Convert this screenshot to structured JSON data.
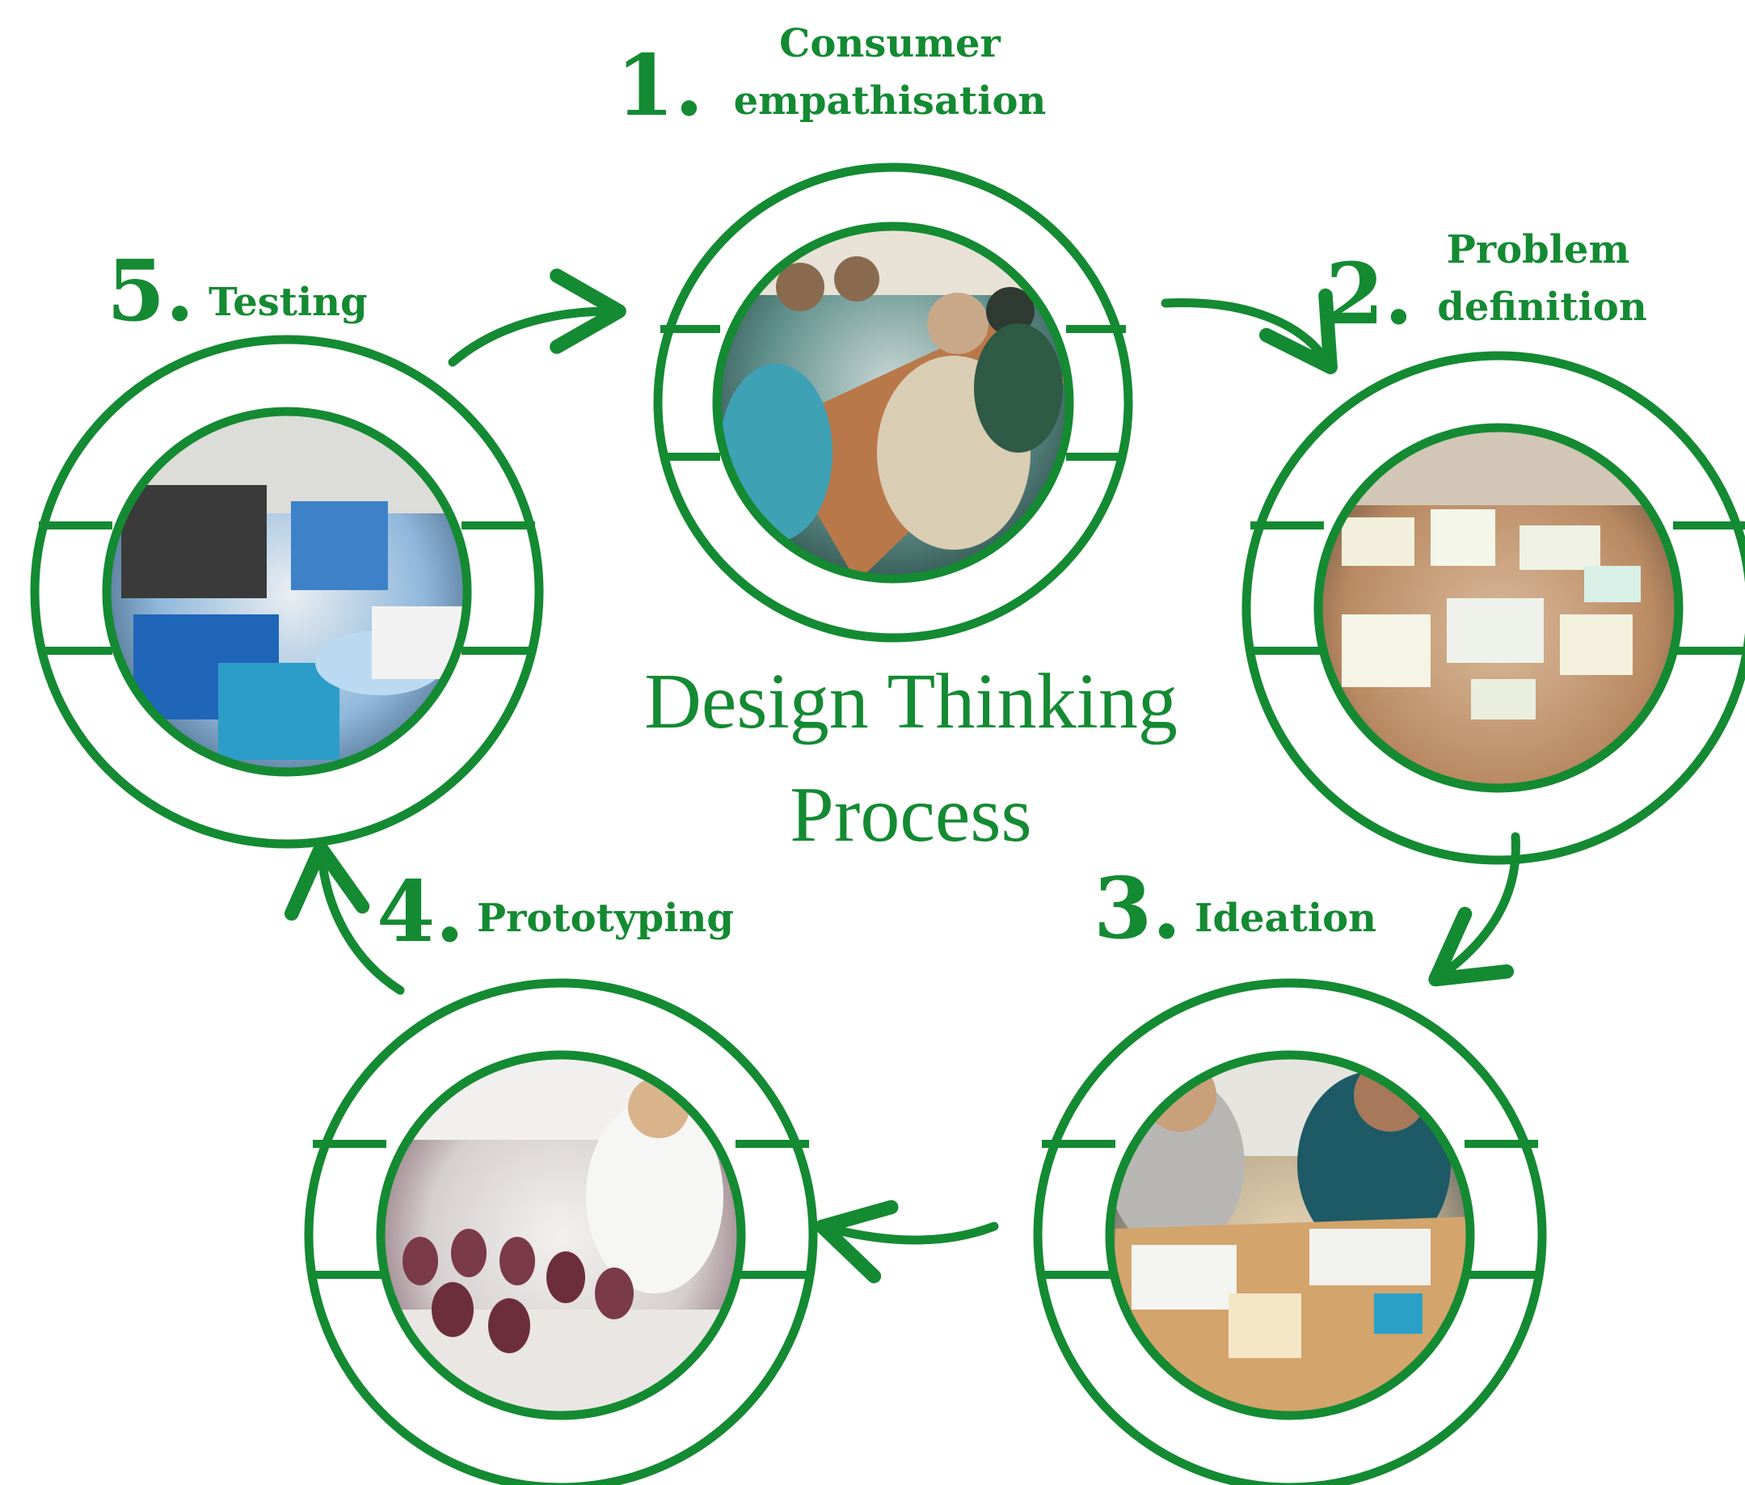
{
  "colors": {
    "accent": "#148a32",
    "background": "#ffffff"
  },
  "title": {
    "line1": "Design Thinking",
    "line2": "Process"
  },
  "steps": [
    {
      "number": "1.",
      "title_line1": "Consumer",
      "title_line2": "empathisation",
      "photo": "people-around-table-photo"
    },
    {
      "number": "2.",
      "title_line1": "Problem",
      "title_line2": "definition",
      "photo": "sticky-notes-on-table-photo"
    },
    {
      "number": "3.",
      "title_line1": "Ideation",
      "title_line2": "",
      "photo": "brainstorming-photo"
    },
    {
      "number": "4.",
      "title_line1": "Prototyping",
      "title_line2": "",
      "photo": "lab-flasks-photo"
    },
    {
      "number": "5.",
      "title_line1": "Testing",
      "title_line2": "",
      "photo": "lab-test-tubes-photo"
    }
  ]
}
